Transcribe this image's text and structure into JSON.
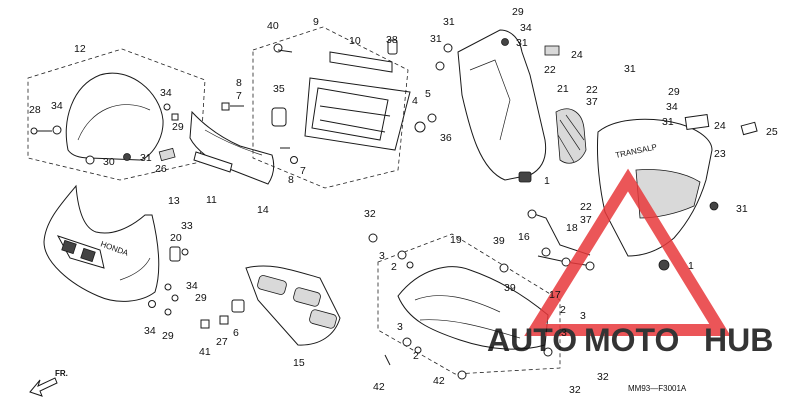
{
  "diagram": {
    "code": "MM93—F3001A",
    "direction_label": "FR.",
    "fairing_logo": "HONDA",
    "tank_logo": "TRANSALP",
    "callouts": {
      "c1a": "1",
      "c1b": "1",
      "c2a": "2",
      "c2b": "2",
      "c2c": "2",
      "c3a": "3",
      "c3b": "3",
      "c3c": "3",
      "c3d": "3",
      "c4": "4",
      "c5": "5",
      "c6": "6",
      "c7a": "7",
      "c7b": "7",
      "c8a": "8",
      "c8b": "8",
      "c9": "9",
      "c10": "10",
      "c11": "11",
      "c12": "12",
      "c13": "13",
      "c14": "14",
      "c15": "15",
      "c16": "16",
      "c17": "17",
      "c18": "18",
      "c19": "19",
      "c20": "20",
      "c21": "21",
      "c22a": "22",
      "c22b": "22",
      "c22c": "22",
      "c23": "23",
      "c24a": "24",
      "c24b": "24",
      "c25": "25",
      "c26": "26",
      "c27": "27",
      "c28": "28",
      "c29a": "29",
      "c29b": "29",
      "c29c": "29",
      "c29d": "29",
      "c29e": "29",
      "c30": "30",
      "c31a": "31",
      "c31b": "31",
      "c31c": "31",
      "c31d": "31",
      "c31e": "31",
      "c31f": "31",
      "c31g": "31",
      "c32a": "32",
      "c32b": "32",
      "c32c": "32",
      "c33": "33",
      "c34a": "34",
      "c34b": "34",
      "c34c": "34",
      "c34d": "34",
      "c34e": "34",
      "c34f": "34",
      "c35": "35",
      "c36": "36",
      "c37a": "37",
      "c37b": "37",
      "c38": "38",
      "c39a": "39",
      "c39b": "39",
      "c40": "40",
      "c41": "41",
      "c42a": "42",
      "c42b": "42"
    }
  },
  "watermark": {
    "part1": "AUTO",
    "part2": "MOTO",
    "part3": "HUB",
    "color_red": "#e8383b",
    "color_dark": "#2d2d2d"
  }
}
